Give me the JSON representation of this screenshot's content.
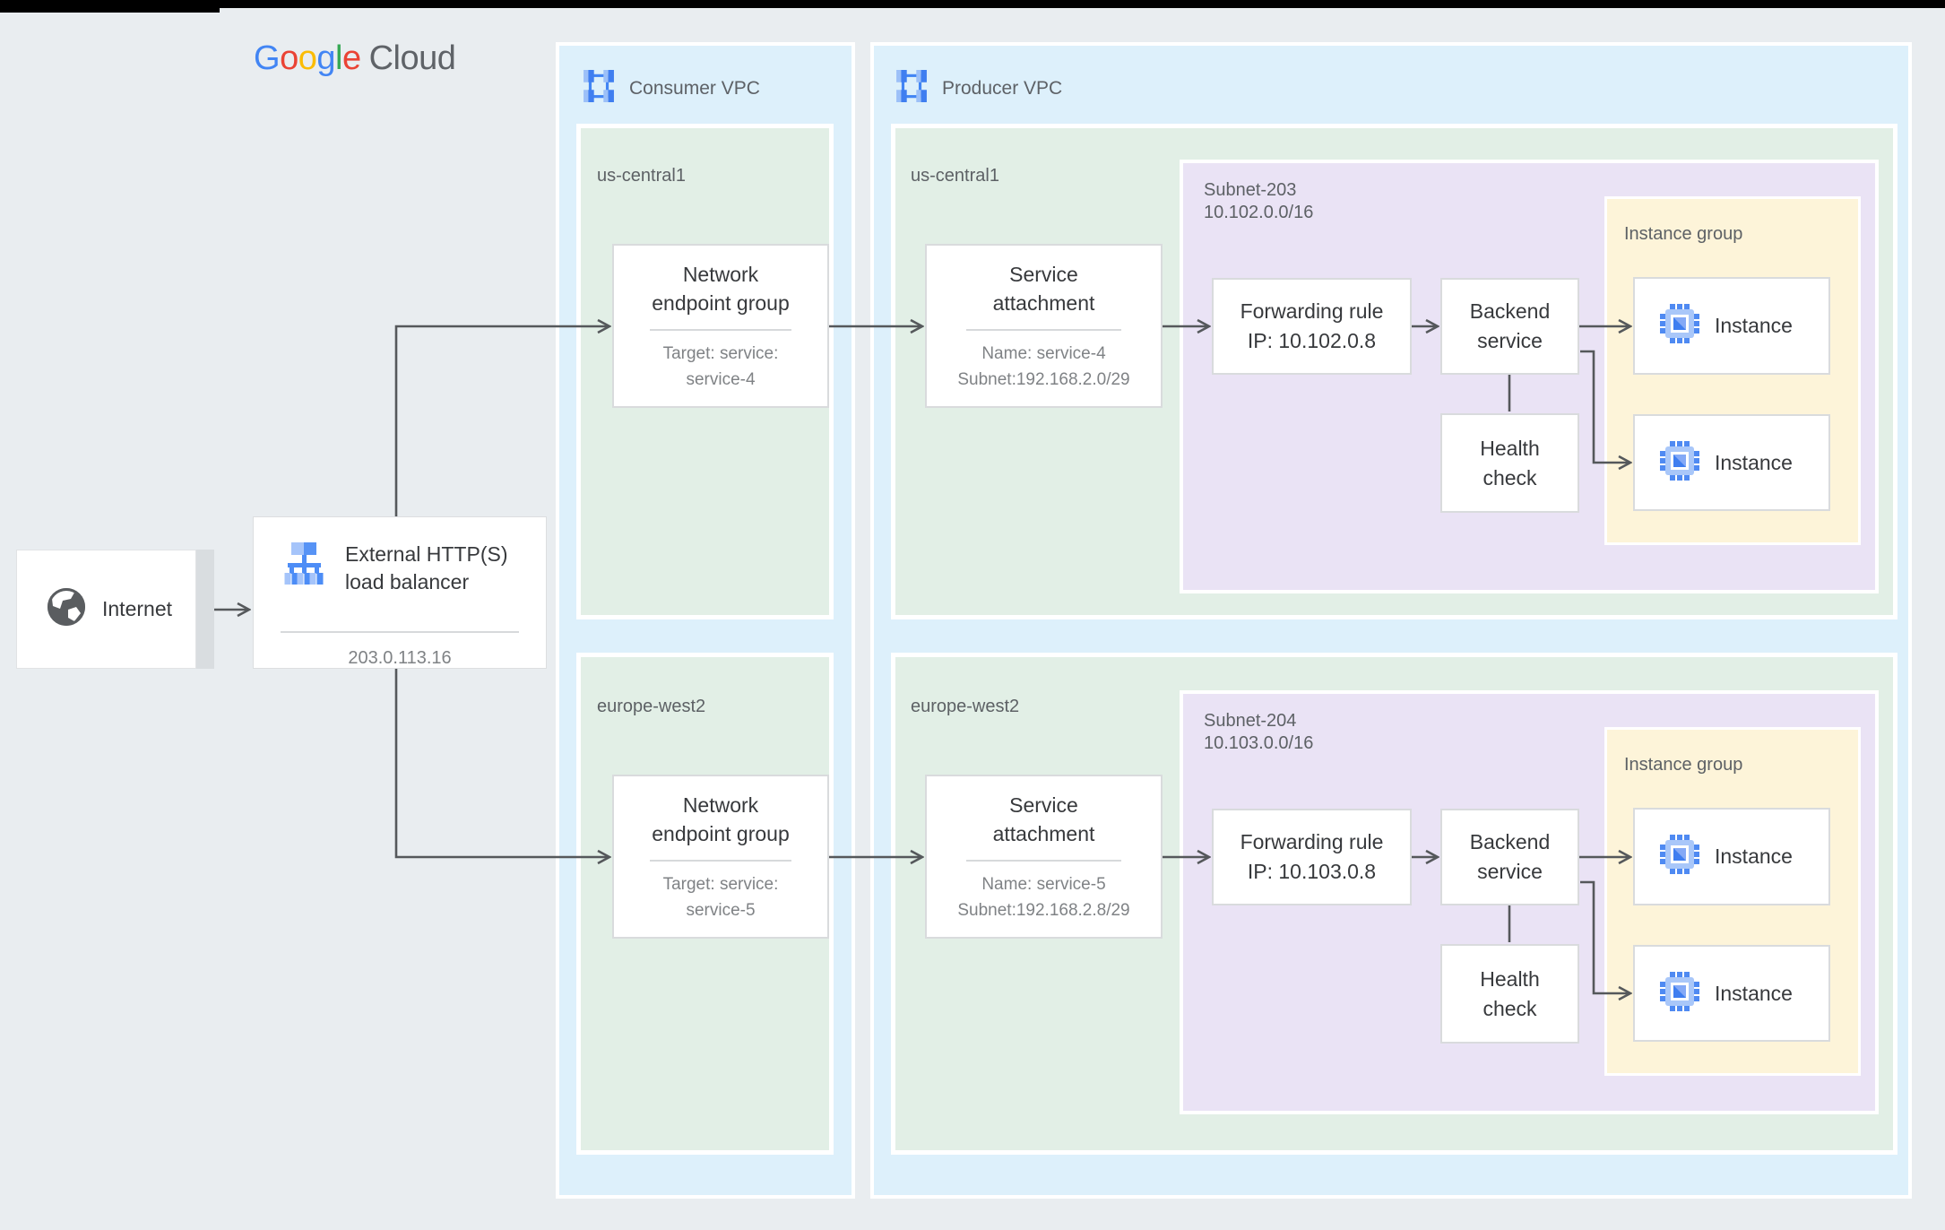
{
  "colors": {
    "bg": "#e9edf0",
    "vpc-blue": "#ddf0fb",
    "region-green": "#e2efe6",
    "subnet-purple": "#eae3f5",
    "group-yellow": "#fdf4d9",
    "box-border": "#d9dbdd",
    "arrow": "#55585b",
    "text-dark": "#37393c",
    "text-subtle": "#7f8285",
    "shadow-gray": "#d9dde0",
    "google-blue": "#4285F4",
    "google-red": "#EA4335",
    "google-yellow": "#FBBC05",
    "google-green": "#34A853",
    "icon-blue": "#4285F4",
    "icon-light-blue": "#a9c7f9"
  },
  "logo": {
    "brand_letters": [
      "G",
      "o",
      "o",
      "g",
      "l",
      "e"
    ],
    "brand_suffix": "Cloud"
  },
  "internet": {
    "label": "Internet"
  },
  "load_balancer": {
    "title_line1": "External HTTP(S)",
    "title_line2": "load balancer",
    "ip": "203.0.113.16"
  },
  "consumer_vpc": {
    "label": "Consumer VPC",
    "regions": [
      {
        "name": "us-central1",
        "neg": {
          "title_line1": "Network",
          "title_line2": "endpoint group",
          "detail_line1": "Target: service:",
          "detail_line2": "service-4"
        }
      },
      {
        "name": "europe-west2",
        "neg": {
          "title_line1": "Network",
          "title_line2": "endpoint group",
          "detail_line1": "Target: service:",
          "detail_line2": "service-5"
        }
      }
    ]
  },
  "producer_vpc": {
    "label": "Producer VPC",
    "regions": [
      {
        "name": "us-central1",
        "service_attachment": {
          "title_line1": "Service",
          "title_line2": "attachment",
          "detail_line1": "Name: service-4",
          "detail_line2": "Subnet:192.168.2.0/29"
        },
        "subnet": {
          "name": "Subnet-203",
          "cidr": "10.102.0.0/16",
          "forwarding_rule": {
            "line1": "Forwarding rule",
            "line2": "IP: 10.102.0.8"
          },
          "backend_service": {
            "line1": "Backend",
            "line2": "service"
          },
          "health_check": {
            "line1": "Health",
            "line2": "check"
          }
        },
        "instance_group": {
          "label": "Instance group",
          "instances": [
            {
              "label": "Instance"
            },
            {
              "label": "Instance"
            }
          ]
        }
      },
      {
        "name": "europe-west2",
        "service_attachment": {
          "title_line1": "Service",
          "title_line2": "attachment",
          "detail_line1": "Name: service-5",
          "detail_line2": "Subnet:192.168.2.8/29"
        },
        "subnet": {
          "name": "Subnet-204",
          "cidr": "10.103.0.0/16",
          "forwarding_rule": {
            "line1": "Forwarding rule",
            "line2": "IP: 10.103.0.8"
          },
          "backend_service": {
            "line1": "Backend",
            "line2": "service"
          },
          "health_check": {
            "line1": "Health",
            "line2": "check"
          }
        },
        "instance_group": {
          "label": "Instance group",
          "instances": [
            {
              "label": "Instance"
            },
            {
              "label": "Instance"
            }
          ]
        }
      }
    ]
  }
}
